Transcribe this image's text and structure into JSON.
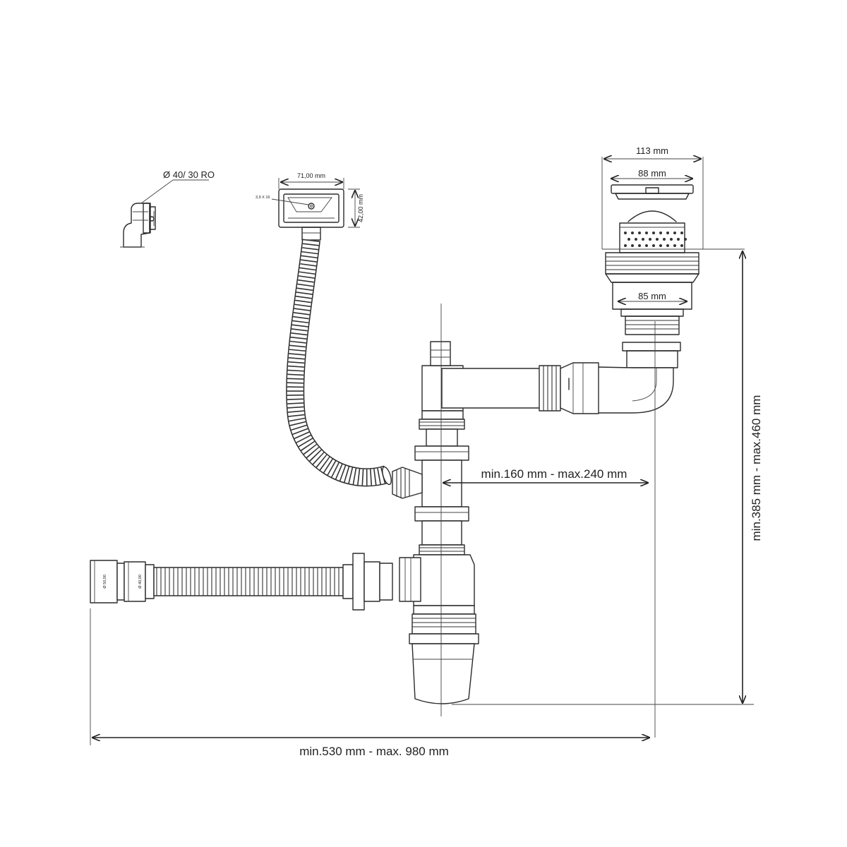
{
  "dimensions": {
    "overflow_pipe": "Ø 40/ 30 RO",
    "overflow_width": "71,00 mm",
    "overflow_height": "42,00 mm",
    "overflow_screw": "3,9 X 16",
    "strainer_outer": "113 mm",
    "strainer_inner": "88 mm",
    "strainer_body": "85 mm",
    "branch_length": "min.160 mm - max.240 mm",
    "total_height": "min.385 mm - max.460 mm",
    "total_length": "min.530 mm - max. 980 mm",
    "hose_diam_50": "Ø 50,00",
    "hose_diam_40": "Ø 40,00"
  }
}
